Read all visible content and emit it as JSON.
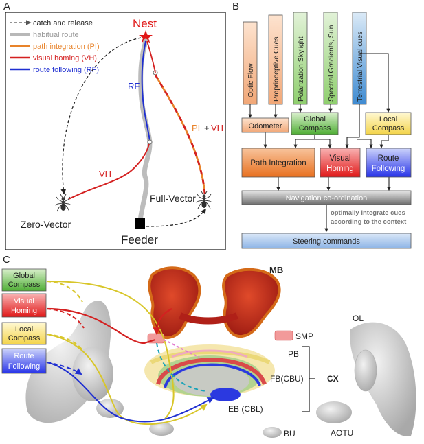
{
  "panels": {
    "a": "A",
    "b": "B",
    "c": "C"
  },
  "panel_a": {
    "legend": [
      {
        "label": "catch and release",
        "color": "#333333"
      },
      {
        "label": "habitual route",
        "color": "#9a9a9a"
      },
      {
        "label": "path integration (PI)",
        "color": "#e8832a"
      },
      {
        "label": "visual homing (VH)",
        "color": "#d42020"
      },
      {
        "label": "route following (RF)",
        "color": "#1f2fd1"
      }
    ],
    "nest": "Nest",
    "feeder": "Feeder",
    "zero_vector": "Zero-Vector",
    "full_vector": "Full-Vector",
    "rf": "RF",
    "vh": "VH",
    "pi": "PI",
    "plus": "+",
    "vh2": "VH"
  },
  "panel_b": {
    "inputs": {
      "optic_flow": "Optic Flow",
      "proprioceptive": "Proprioceptive Cues",
      "polarization": "Polarization Skylight",
      "spectral": "Spectral Gradients, Sun",
      "terrestrial": "Terrestrial Visual cues"
    },
    "odometer": "Odometer",
    "global_compass": [
      "Global",
      "Compass"
    ],
    "local_compass": [
      "Local",
      "Compass"
    ],
    "path_integration": "Path Integration",
    "visual_homing": [
      "Visual",
      "Homing"
    ],
    "route_following": [
      "Route",
      "Following"
    ],
    "navigation": "Navigation co-ordination",
    "note": [
      "optimally integrate cues",
      "according to the context"
    ],
    "steering": "Steering commands"
  },
  "panel_c": {
    "boxes": {
      "global_compass": [
        "Global",
        "Compass"
      ],
      "visual_homing": [
        "Visual",
        "Homing"
      ],
      "local_compass": [
        "Local",
        "Compass"
      ],
      "route_following": [
        "Route",
        "Following"
      ]
    },
    "mb": "MB",
    "smp": "SMP",
    "pb": "PB",
    "fb": "FB(CBU)",
    "eb": "EB (CBL)",
    "cx": "CX",
    "ol": "OL",
    "aotu": "AOTU",
    "bu": "BU"
  },
  "colors": {
    "pi": "#e8832a",
    "vh": "#d42020",
    "rf": "#1f2fd1",
    "yellow": "#d8c62a",
    "cyan": "#1aa3b8",
    "route": "#b8b8b8"
  }
}
